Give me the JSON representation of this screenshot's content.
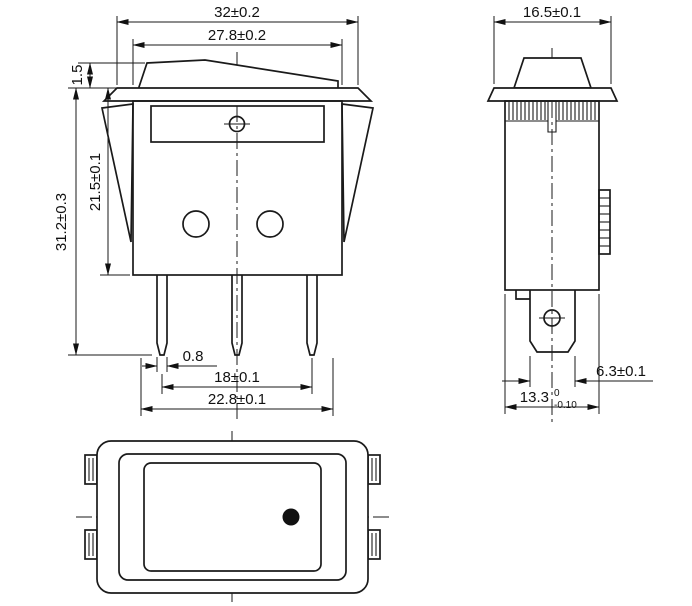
{
  "colors": {
    "line": "#111111",
    "background": "#ffffff"
  },
  "front_view": {
    "dim_flange_width": "32±0.2",
    "dim_body_width": "27.8±0.2",
    "dim_rocker_height": "1.5",
    "dim_body_height": "21.5±0.1",
    "dim_total_height": "31.2±0.3",
    "dim_pin_thickness": "0.8",
    "dim_pin_pitch": "18±0.1",
    "dim_pin_span": "22.8±0.1"
  },
  "side_view": {
    "dim_depth": "16.5±0.1",
    "dim_terminal_width": "6.3±0.1",
    "dim_body_depth": "13.3",
    "dim_body_depth_tol_upper": "0",
    "dim_body_depth_tol_lower": "-0.10"
  }
}
